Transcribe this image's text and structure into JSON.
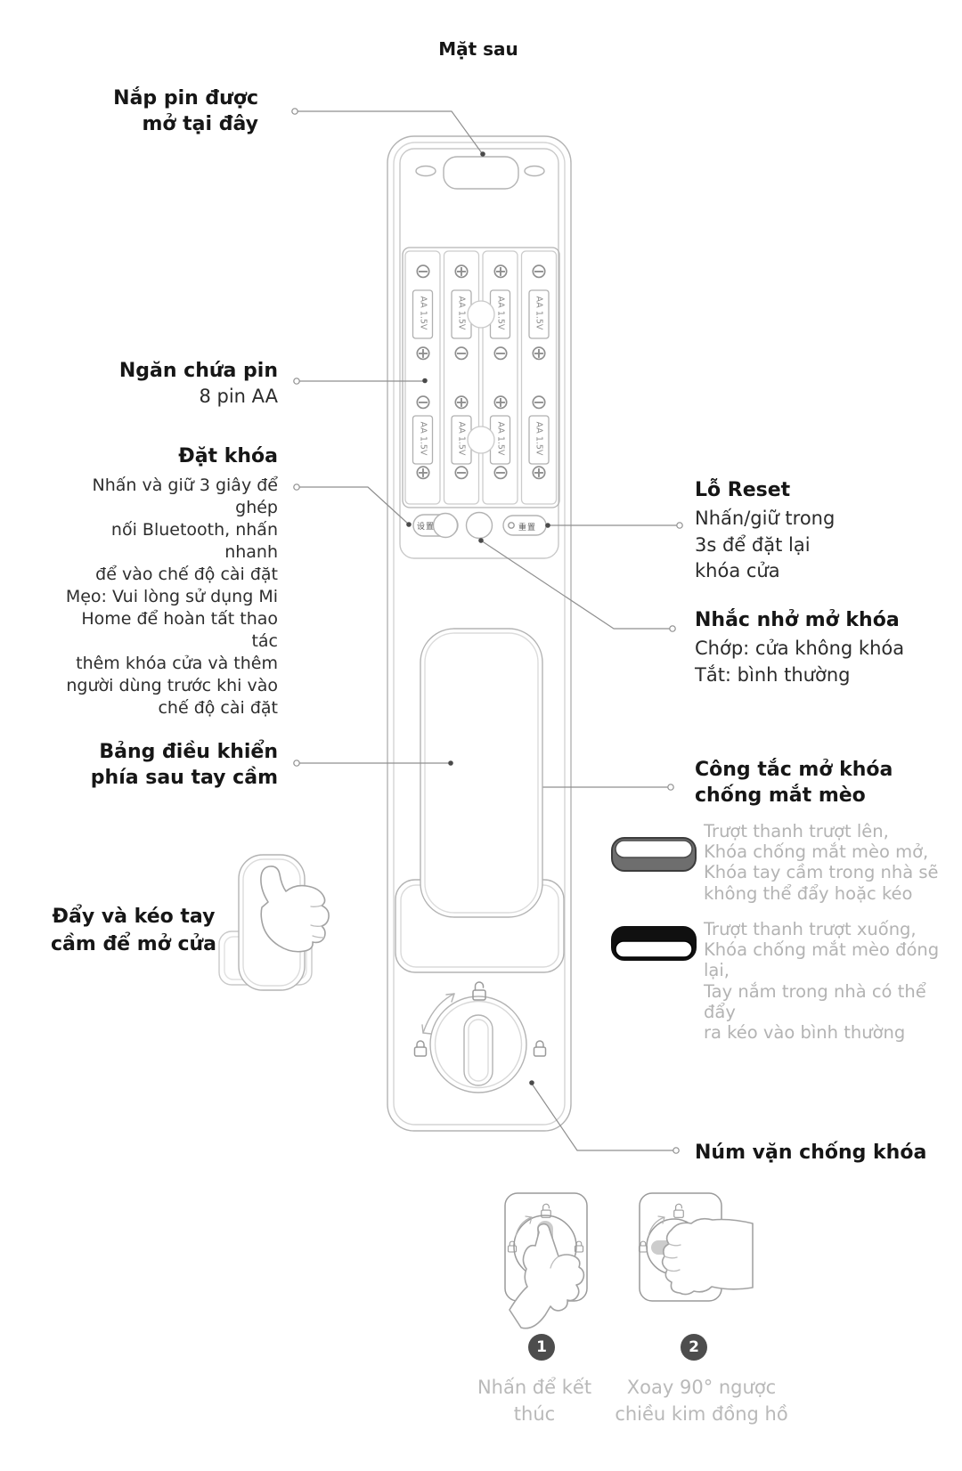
{
  "page": {
    "title": "Mặt sau"
  },
  "colors": {
    "line": "#b3b3b3",
    "text": "#1f1f1f",
    "muted": "#b3b3b3",
    "step_circle": "#4d4d4d"
  },
  "callouts": {
    "battery_cover": {
      "lines": [
        "Nắp pin được",
        "mở tại đây"
      ]
    },
    "battery_compartment": {
      "title": "Ngăn chứa pin",
      "subtitle": "8 pin AA"
    },
    "set_lock": {
      "title": "Đặt khóa",
      "body": [
        "Nhấn và giữ 3 giây để ghép",
        "nối Bluetooth, nhấn nhanh",
        "để vào chế độ cài đặt",
        "Mẹo: Vui lòng sử dụng Mi",
        "Home để hoàn tất thao tác",
        "thêm khóa cửa và thêm",
        "người dùng trước khi vào",
        "chế độ cài đặt"
      ]
    },
    "reset_hole": {
      "title": "Lỗ Reset",
      "body": [
        "Nhấn/giữ trong",
        "3s để đặt lại",
        "khóa cửa"
      ]
    },
    "unlock_reminder": {
      "title": "Nhắc nhở mở khóa",
      "body": [
        "Chớp: cửa không khóa",
        "Tắt: bình thường"
      ]
    },
    "control_panel": {
      "lines": [
        "Bảng điều khiển",
        "phía sau tay cầm"
      ]
    },
    "cat_eye_switch": {
      "title_lines": [
        "Công tắc mở khóa",
        "chống mắt mèo"
      ],
      "slider_up_text": [
        "Trượt thanh trượt lên,",
        "Khóa chống mắt mèo mở,",
        "Khóa tay cầm trong nhà sẽ",
        "không thể đẩy hoặc kéo"
      ],
      "slider_down_text": [
        "Trượt thanh trượt xuống,",
        "Khóa chống mắt mèo đóng lại,",
        "Tay nắm trong nhà có thể đẩy",
        "ra kéo vào bình thường"
      ]
    },
    "push_pull": {
      "lines": [
        "Đẩy và kéo tay",
        "cầm để mở cửa"
      ]
    },
    "anti_lock_knob": {
      "title": "Núm vặn chống khóa"
    },
    "steps": [
      {
        "number": "1",
        "caption": [
          "Nhấn để kết",
          "thúc"
        ]
      },
      {
        "number": "2",
        "caption": [
          "Xoay 90° ngược",
          "chiều kim đồng hồ"
        ]
      }
    ]
  },
  "device": {
    "settings_button_label": "设置",
    "reset_button_label": "重置",
    "battery_label": "AA 1.5V",
    "polarity": {
      "plus": "⊕",
      "minus": "⊖"
    }
  }
}
